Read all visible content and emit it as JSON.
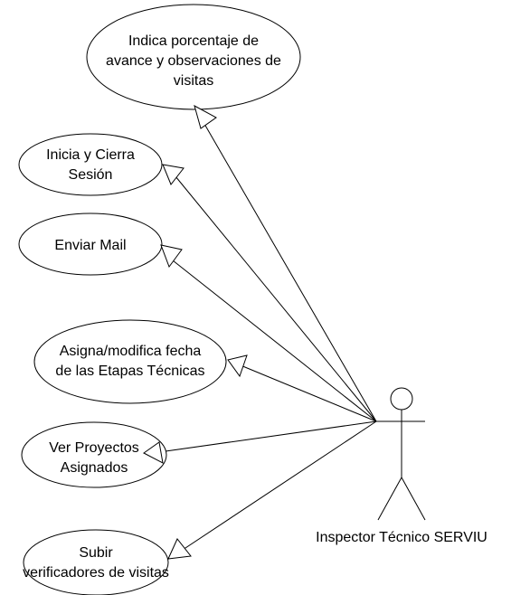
{
  "use_cases": [
    {
      "lines": [
        "Indica porcentaje de",
        "avance y observaciones de",
        "visitas"
      ]
    },
    {
      "lines": [
        "Inicia y Cierra",
        "Sesión"
      ]
    },
    {
      "lines": [
        "Enviar Mail"
      ]
    },
    {
      "lines": [
        "Asigna/modifica fecha",
        "de las Etapas Técnicas"
      ]
    },
    {
      "lines": [
        "Ver Proyectos",
        "Asignados"
      ]
    },
    {
      "lines": [
        "Subir",
        "verificadores de visitas"
      ]
    }
  ],
  "actor": {
    "label": "Inspector Técnico SERVIU"
  },
  "colors": {
    "stroke": "#000000",
    "fill": "#ffffff"
  }
}
